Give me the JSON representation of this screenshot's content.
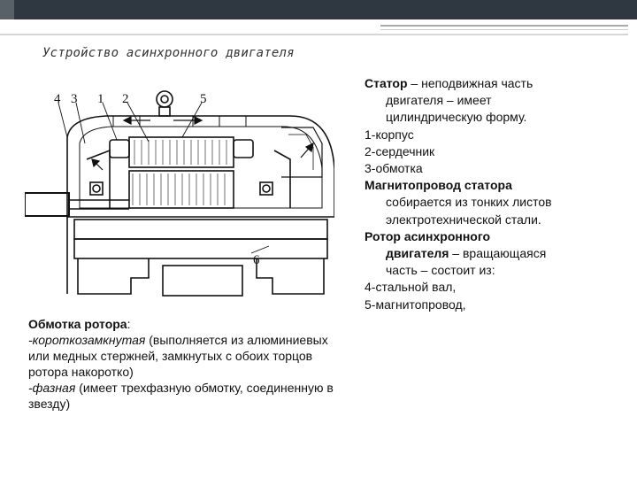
{
  "title": "Устройство асинхронного двигателя",
  "figure": {
    "labels": [
      "4",
      "3",
      "1",
      "2",
      "5",
      "6"
    ]
  },
  "rotor_winding": {
    "heading": "Обмотка ротора",
    "heading_suffix": ":",
    "short_circuit_term": "-короткозамкнутая",
    "short_circuit_desc": " (выполняется из алюминиевых или медных стержней, замкнутых с обоих торцов ротора накоротко)",
    "phase_term": "-фазная",
    "phase_desc": " (имеет трехфазную обмотку, соединенную в звезду)"
  },
  "stator": {
    "term": "Статор",
    "def_1": " – неподвижная часть",
    "def_2": "двигателя – имеет",
    "def_3": "цилиндрическую форму.",
    "items": [
      "1-корпус",
      "2-сердечник",
      "3-обмотка"
    ]
  },
  "magnetic_core": {
    "term": "Магнитопровод статора",
    "def_1": "собирается из тонких листов",
    "def_2": "электротехнической стали."
  },
  "rotor": {
    "term_1": "Ротор асинхронного",
    "term_2": "двигателя",
    "def_1": " – вращающаяся",
    "def_2": "часть – состоит из:",
    "items": [
      "4-стальной вал,",
      "5-магнитопровод,"
    ]
  }
}
